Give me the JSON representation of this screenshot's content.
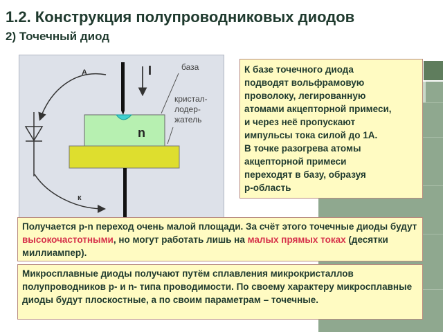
{
  "header": {
    "title": "1.2. Конструкция полупроводниковых диодов",
    "subtitle": "2) Точечный диод"
  },
  "diagram": {
    "label_a": "А",
    "label_k": "к",
    "label_current": "I",
    "label_base": "база",
    "label_crystal": "кристал-\nлодер-\nжатель",
    "label_n": "n",
    "colors": {
      "crystal": "#b7f0b1",
      "holder": "#dede2e",
      "junction": "#3fd0d0",
      "wire": "#111111"
    }
  },
  "box1": {
    "text": "К базе точечного диода\nподводят вольфрамовую\nпроволоку,  легированную\nатомами акцепторной примеси,\nи через неё пропускают\nимпульсы тока силой до 1А.\nВ точке разогрева атомы\nакцепторной примеси\nпереходят в базу, образуя\nр-область"
  },
  "box2": {
    "part1": "Получается р-n переход очень малой площади. За счёт этого точечные диоды будут  ",
    "highlight1": "высокочастотными",
    "part2": ", но могут работать лишь на ",
    "highlight2": "малых прямых токах",
    "part3": " (десятки миллиампер)."
  },
  "box3": {
    "text": "Микросплавные диоды получают путём сплавления микрокристаллов полупроводников p- и n- типа проводимости. По своему характеру микросплавные диоды будут плоскостные, а по своим параметрам – точечные."
  }
}
